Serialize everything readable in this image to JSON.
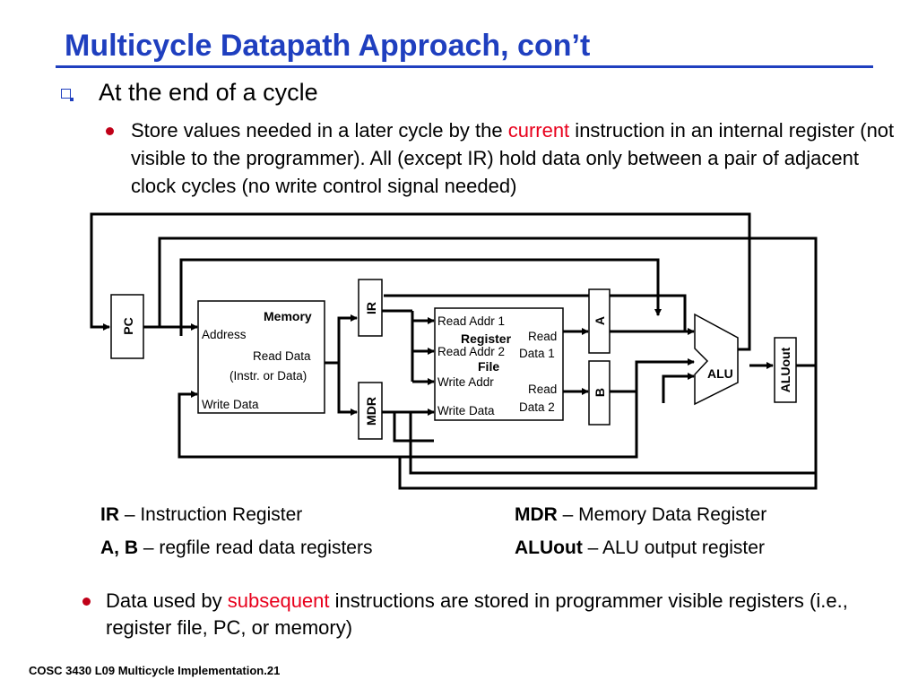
{
  "slide": {
    "title": "Multicycle Datapath Approach, con’t",
    "bullet1": "At the end of a cycle",
    "sub1_a": "Store values needed in a later cycle by the ",
    "sub1_red": "current",
    "sub1_b": " instruction in an internal register (not visible to the programmer).  All (except IR) hold data only between a pair of adjacent clock cycles (no write control signal needed)",
    "sub2_a": "Data used by ",
    "sub2_red": "subsequent",
    "sub2_b": " instructions are stored in programmer visible registers (i.e., register file, PC, or memory)",
    "footer": "COSC 3430 L09 Multicycle Implementation.21",
    "accent_color": "#1f3fbf",
    "highlight_color": "#e8001c"
  },
  "diagram": {
    "pc": "PC",
    "ir": "IR",
    "mdr": "MDR",
    "a": "A",
    "b": "B",
    "alu": "ALU",
    "aluout": "ALUout",
    "memory_title": "Memory",
    "memory_address": "Address",
    "memory_read_data": "Read Data",
    "memory_read_data_note": "(Instr. or Data)",
    "memory_write_data": "Write Data",
    "rf_read_addr1": "Read Addr 1",
    "rf_read_addr2": "Read Addr 2",
    "rf_write_addr": "Write Addr",
    "rf_write_data": "Write Data",
    "rf_title1": "Register",
    "rf_title2": "File",
    "rf_read1_a": "Read",
    "rf_read1_b": "Data 1",
    "rf_read2_a": "Read",
    "rf_read2_b": "Data 2"
  },
  "definitions": {
    "ir_term": "IR",
    "ir_desc": " – Instruction Register",
    "ab_term": "A, B",
    "ab_desc": " – regfile read data registers",
    "mdr_term": "MDR",
    "mdr_desc": " – Memory Data Register",
    "aluout_term": "ALUout",
    "aluout_desc": " – ALU output register"
  }
}
